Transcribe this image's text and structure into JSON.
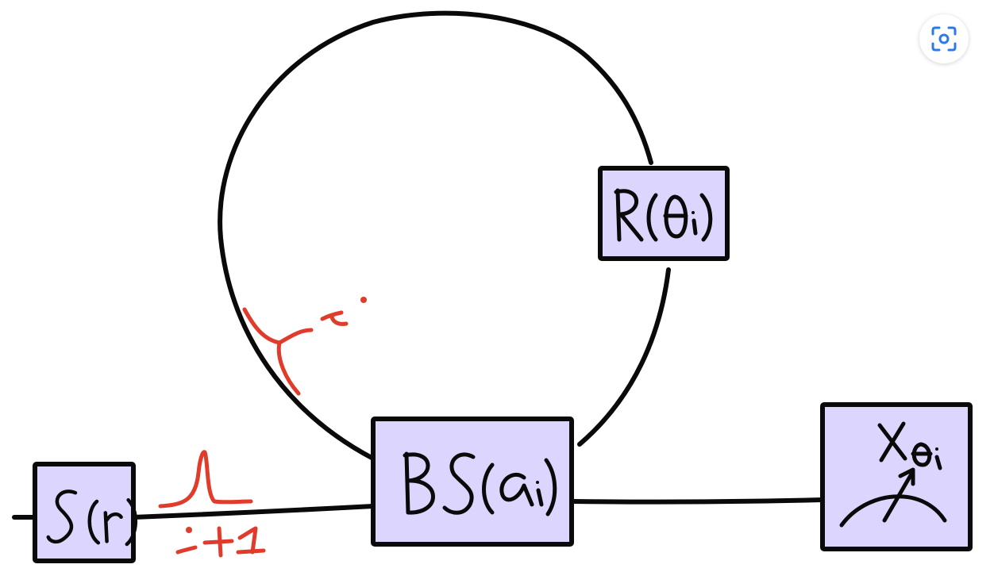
{
  "diagram": {
    "colors": {
      "ink": "#0a0a0a",
      "box_fill": "#dcd6ff",
      "annotation": "#e03b2b",
      "button_icon": "#2b7be6"
    },
    "labels": {
      "source": "S(r)",
      "beam_splitter": "BS(αi)",
      "rotation": "R(θi)",
      "measurement": "Xθi",
      "loop_mode": "i",
      "output_pulse": "i+1"
    },
    "icons": {
      "scan": "scan-lens-icon"
    }
  }
}
